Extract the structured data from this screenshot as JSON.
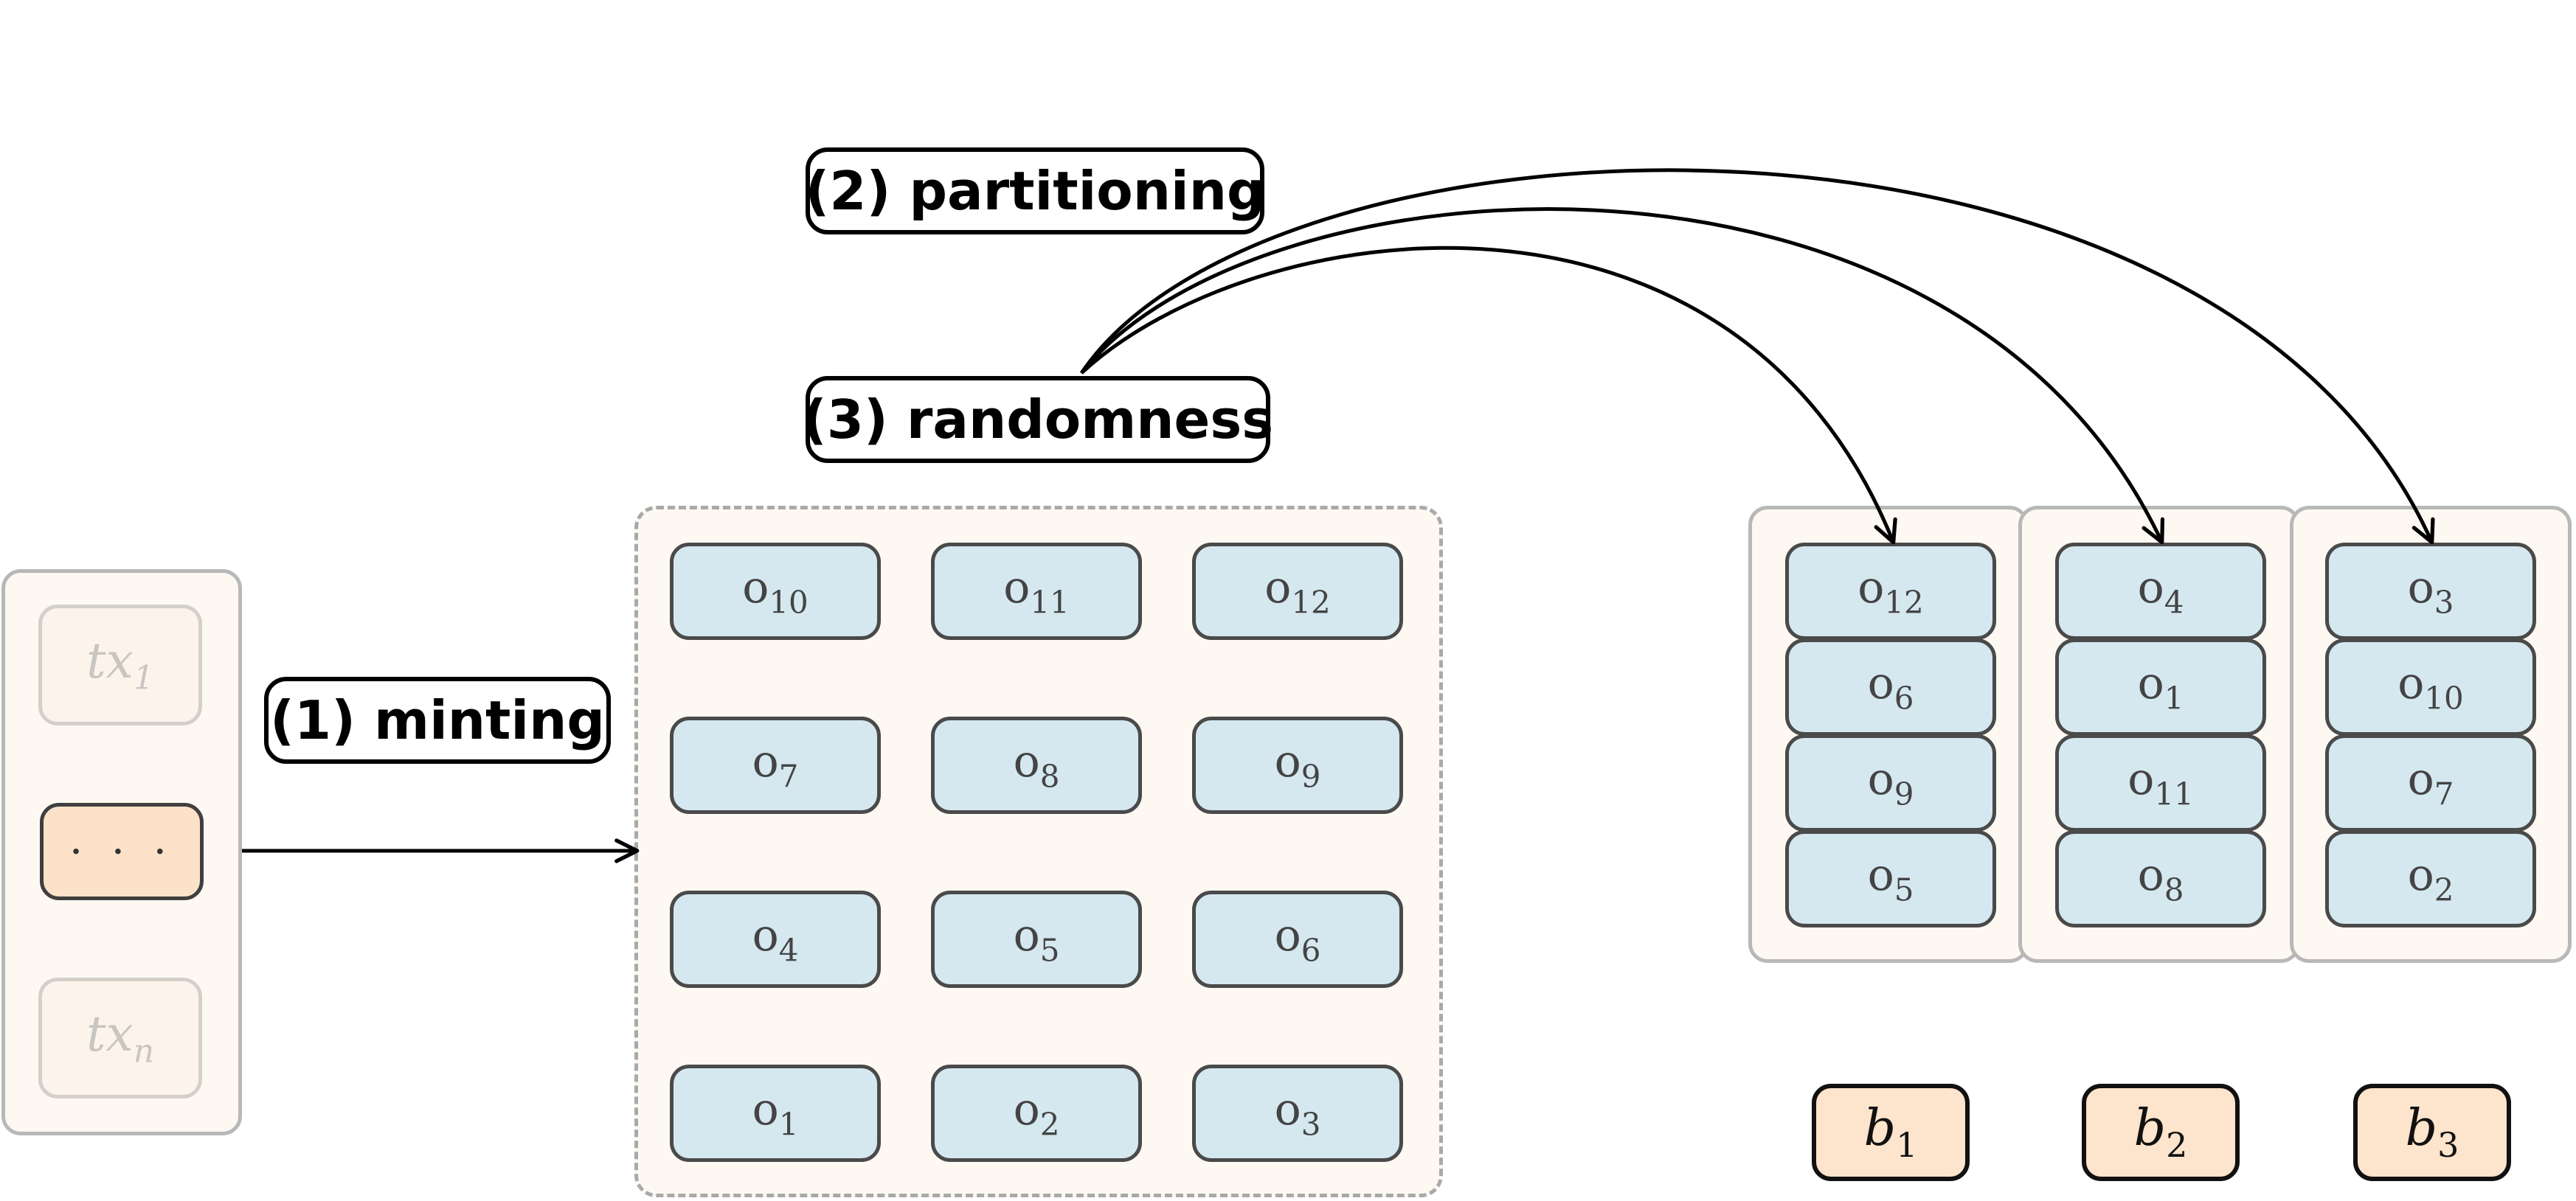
{
  "steps": {
    "minting": "(1) minting",
    "partitioning": "(2) partitioning",
    "randomness": "(3) randomness"
  },
  "transactions": [
    {
      "base": "tx",
      "sub": "1",
      "state": "faded"
    },
    {
      "base": "· · ·",
      "sub": "",
      "state": "active"
    },
    {
      "base": "tx",
      "sub": "n",
      "state": "faded"
    }
  ],
  "object_pool": [
    [
      "10",
      "11",
      "12"
    ],
    [
      "7",
      "8",
      "9"
    ],
    [
      "4",
      "5",
      "6"
    ],
    [
      "1",
      "2",
      "3"
    ]
  ],
  "object_symbol": "o",
  "partitions": [
    {
      "objects": [
        "12",
        "6",
        "9",
        "5"
      ],
      "block": {
        "base": "b",
        "sub": "1"
      }
    },
    {
      "objects": [
        "4",
        "1",
        "11",
        "8"
      ],
      "block": {
        "base": "b",
        "sub": "2"
      }
    },
    {
      "objects": [
        "3",
        "10",
        "7",
        "2"
      ],
      "block": {
        "base": "b",
        "sub": "3"
      }
    }
  ],
  "colors": {
    "object_fill": "#d5e8f0",
    "panel_fill": "#fdf8f2",
    "block_fill": "#fde4cc",
    "arrow": "#000000"
  }
}
